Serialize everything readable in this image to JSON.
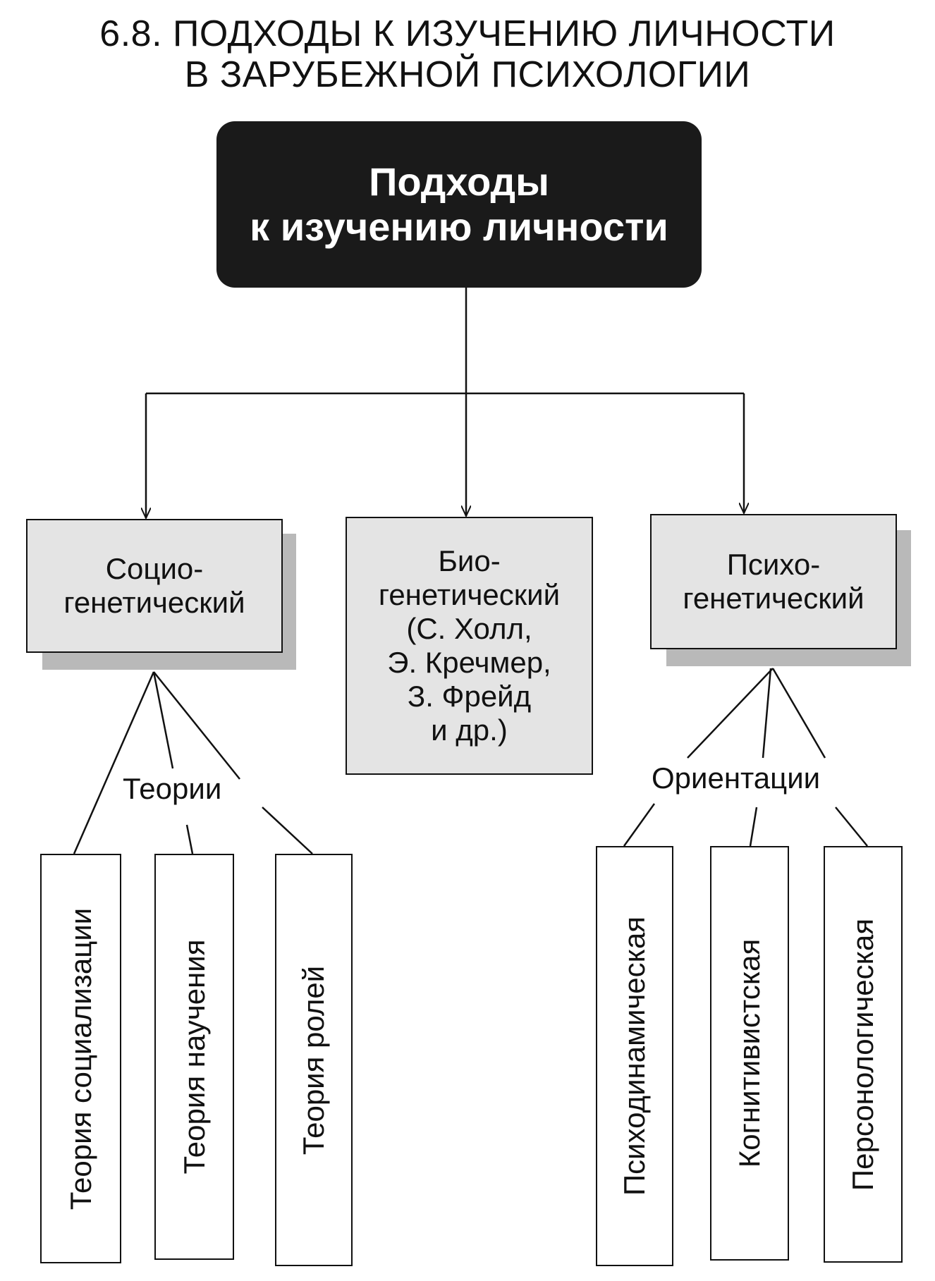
{
  "title": {
    "line1": "6.8. ПОДХОДЫ К ИЗУЧЕНИЮ ЛИЧНОСТИ",
    "line2": "В ЗАРУБЕЖНОЙ ПСИХОЛОГИИ"
  },
  "root": {
    "line1": "Подходы",
    "line2": "к изучению личности"
  },
  "approaches": {
    "socio": {
      "line1": "Социо-",
      "line2": "генетический"
    },
    "bio": {
      "line1": "Био-",
      "line2": "генетический",
      "line3": "(С. Холл,",
      "line4": "Э. Кречмер,",
      "line5": "З. Фрейд",
      "line6": "и др.)"
    },
    "psycho": {
      "line1": "Психо-",
      "line2": "генетический"
    }
  },
  "labels": {
    "theories": "Теории",
    "orientations": "Ориентации"
  },
  "theories": [
    "Теория социализации",
    "Теория научения",
    "Теория ролей"
  ],
  "orientations": [
    "Психодинамическая",
    "Когнитивистская",
    "Персонологическая"
  ]
}
